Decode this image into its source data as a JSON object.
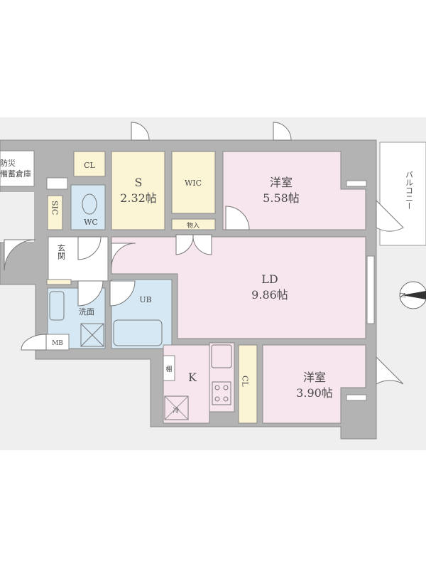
{
  "floor_plan": {
    "rooms": {
      "storage_bosai": {
        "line1": "防災",
        "line2": "備蓄倉庫"
      },
      "closet_top": {
        "label": "CL"
      },
      "service_room": {
        "name": "S",
        "size": "2.32帖"
      },
      "wic": {
        "label": "WIC"
      },
      "storage_monoire": {
        "label": "物入"
      },
      "western_room_1": {
        "name": "洋室",
        "size": "5.58帖"
      },
      "balcony": {
        "label": "バルコニー"
      },
      "sic": {
        "label": "SIC"
      },
      "wc": {
        "label": "WC"
      },
      "entrance": {
        "label": "玄関"
      },
      "ld": {
        "name": "LD",
        "size": "9.86帖"
      },
      "ub": {
        "label": "UB"
      },
      "washroom": {
        "label": "洗面"
      },
      "mb": {
        "label": "MB"
      },
      "kitchen": {
        "label": "K",
        "shelf": "棚",
        "fridge": "冷"
      },
      "closet_bottom": {
        "label": "CL"
      },
      "western_room_2": {
        "name": "洋室",
        "size": "3.90帖"
      }
    },
    "compass": {
      "label": "N"
    },
    "colors": {
      "wall": "#b3b3b3",
      "pink": "#f7e6ee",
      "yellow": "#fbf5d6",
      "blue": "#d5e8f4",
      "ground": "#efefef"
    }
  }
}
